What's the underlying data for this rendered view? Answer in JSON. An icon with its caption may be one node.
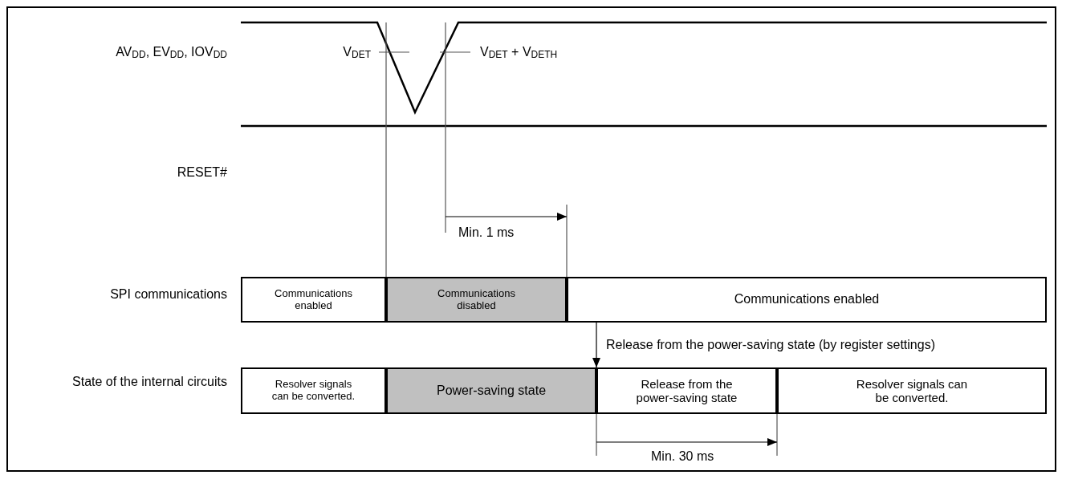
{
  "diagram": {
    "nodes": [
      {
        "text": [
          "Communications enabled"
        ]
      },
      {
        "text": [
          "Communications disabled"
        ]
      },
      {
        "text": [
          "Communications enabled"
        ]
      },
      {
        "text": [
          "Resolver signals can be converted."
        ]
      },
      {
        "text": [
          "Power-saving state"
        ]
      },
      {
        "text": [
          "Release from the power-saving state"
        ]
      },
      {
        "text": [
          "Resolver signals can be converted."
        ]
      }
    ],
    "edges": [
      {
        "from": 2,
        "to": 5,
        "arrow": "to",
        "label": "Release from the power-saving state (by register settings)"
      }
    ],
    "labels": [
      "AV$_{DD}$, EV$_{DD}$, IOV$_{DD}$",
      "V$_{DET}$",
      "V$_{DET}$ + V$_{DETH}$",
      "RESET#",
      "Min. 1 ms",
      "SPI communications",
      "State of the internal circuits",
      "Min. 30 ms"
    ]
  }
}
